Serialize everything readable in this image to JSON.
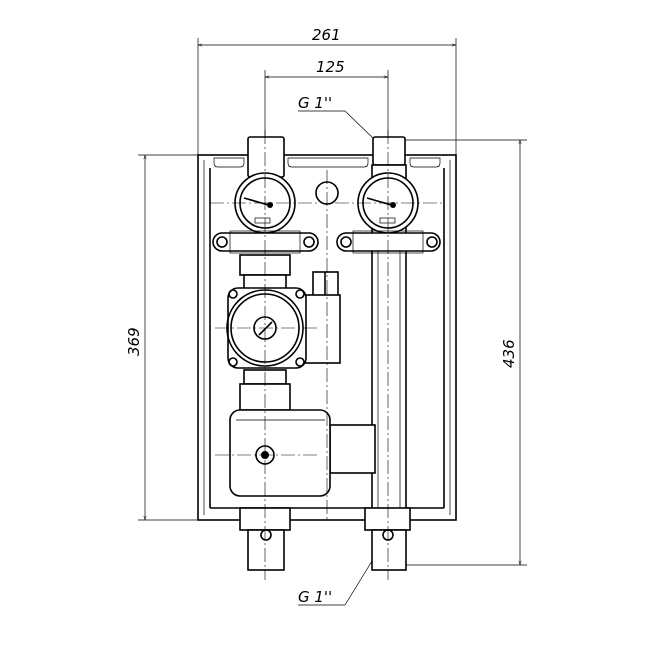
{
  "dimensions": {
    "total_width": "261",
    "pipe_spacing": "125",
    "panel_height": "369",
    "total_height": "436"
  },
  "thread_labels": {
    "top": "G 1''",
    "bottom": "G 1''"
  }
}
